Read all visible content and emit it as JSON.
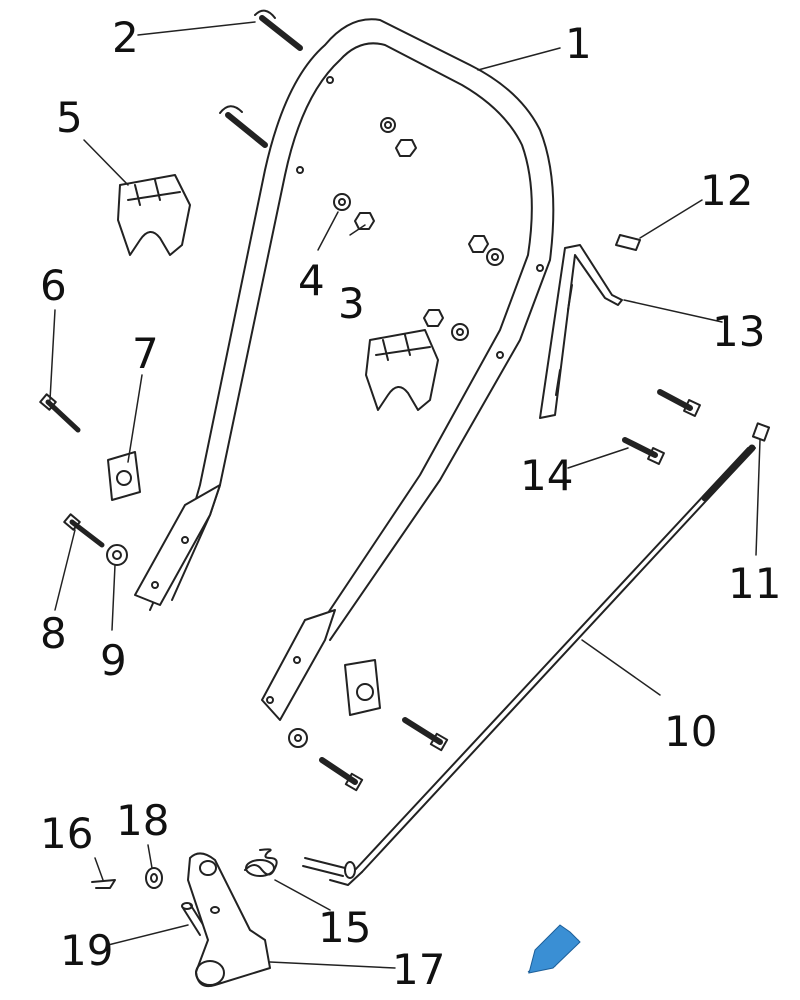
{
  "callouts": {
    "c1": "1",
    "c2": "2",
    "c3": "3",
    "c4": "4",
    "c5": "5",
    "c6": "6",
    "c7": "7",
    "c8": "8",
    "c9": "9",
    "c10": "10",
    "c11": "11",
    "c12": "12",
    "c13": "13",
    "c14": "14",
    "c15": "15",
    "c16": "16",
    "c17": "17",
    "c18": "18",
    "c19": "19"
  },
  "colors": {
    "line": "#222222",
    "fill": "#ffffff",
    "arrow": "#2f7fc1"
  },
  "icons": {
    "direction": "blue-arrow-icon"
  }
}
